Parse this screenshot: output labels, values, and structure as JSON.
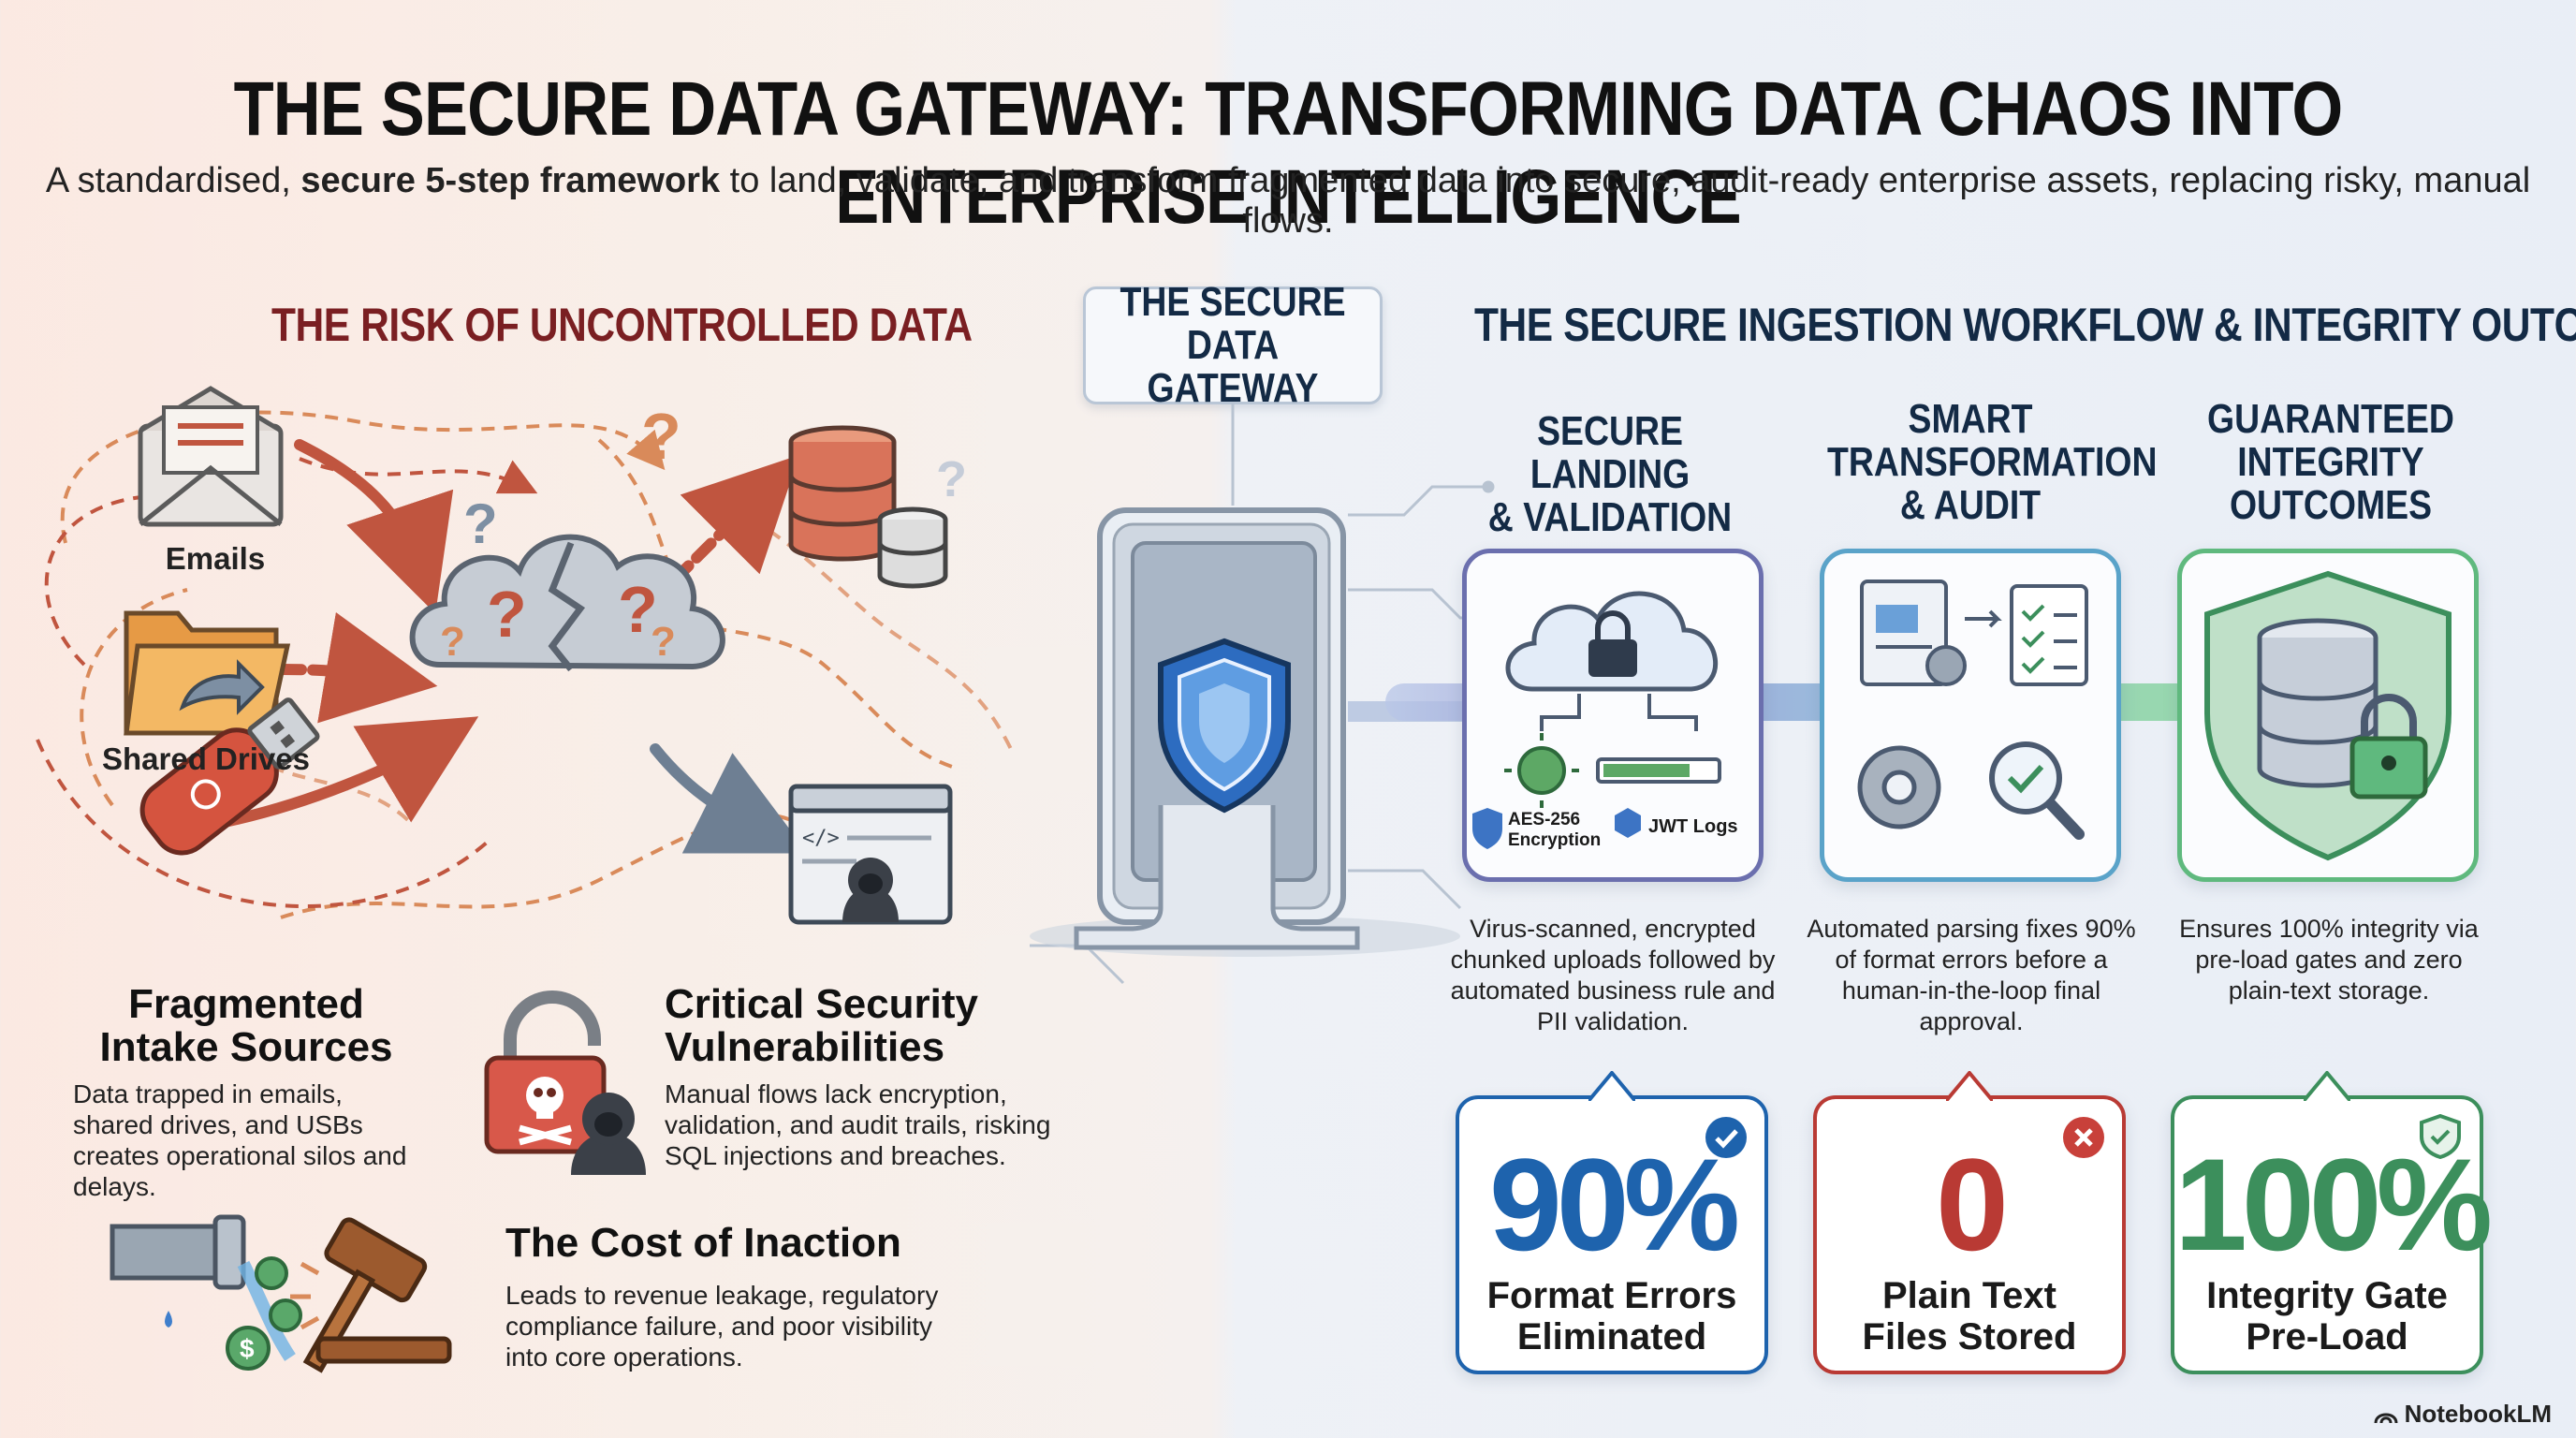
{
  "title": "THE SECURE DATA GATEWAY: TRANSFORMING DATA CHAOS INTO ENTERPRISE INTELLIGENCE",
  "subtitle": {
    "before": "A standardised, ",
    "bold": "secure 5-step framework",
    "after": " to land, validate, and transform fragmented data into secure, audit-ready enterprise assets, replacing risky, manual flows."
  },
  "risk_section": {
    "heading": "THE RISK OF UNCONTROLLED DATA",
    "sources": [
      "Emails",
      "Shared Drives"
    ],
    "items": [
      {
        "title": "Fragmented\nIntake Sources",
        "desc": "Data trapped in emails, shared drives, and USBs creates operational silos and delays."
      },
      {
        "title": "Critical Security\nVulnerabilities",
        "desc": "Manual flows lack encryption, validation, and audit trails, risking SQL injections and breaches."
      },
      {
        "title": "The Cost of Inaction",
        "desc": "Leads to revenue leakage, regulatory compliance failure, and poor visibility into core operations."
      }
    ]
  },
  "gateway": {
    "label": "THE SECURE\nDATA GATEWAY"
  },
  "workflow": {
    "heading": "THE SECURE INGESTION WORKFLOW & INTEGRITY OUTCOMES",
    "steps": [
      {
        "title": "SECURE LANDING\n& VALIDATION",
        "desc": "Virus-scanned, encrypted chunked uploads followed by automated business rule and PII validation.",
        "badges": [
          "AES-256 Encryption",
          "JWT Logs"
        ],
        "color": "#6b6fae"
      },
      {
        "title": "SMART\nTRANSFORMATION\n& AUDIT",
        "desc": "Automated parsing fixes 90% of format errors before a human-in-the-loop final approval.",
        "color": "#5aa3c9"
      },
      {
        "title": "GUARANTEED\nINTEGRITY\nOUTCOMES",
        "desc": "Ensures 100% integrity via pre-load gates and zero plain-text storage.",
        "color": "#5fb97e"
      }
    ],
    "metrics": [
      {
        "value": "90%",
        "label": "Format Errors\nEliminated",
        "color": "#1e63ad",
        "icon": "check-icon"
      },
      {
        "value": "0",
        "label": "Plain Text\nFiles Stored",
        "color": "#b93a34",
        "icon": "close-icon"
      },
      {
        "value": "100%",
        "label": "Integrity Gate\nPre-Load",
        "color": "#3c8f5c",
        "icon": "shield-check-icon"
      }
    ]
  },
  "brand": "NotebookLM"
}
